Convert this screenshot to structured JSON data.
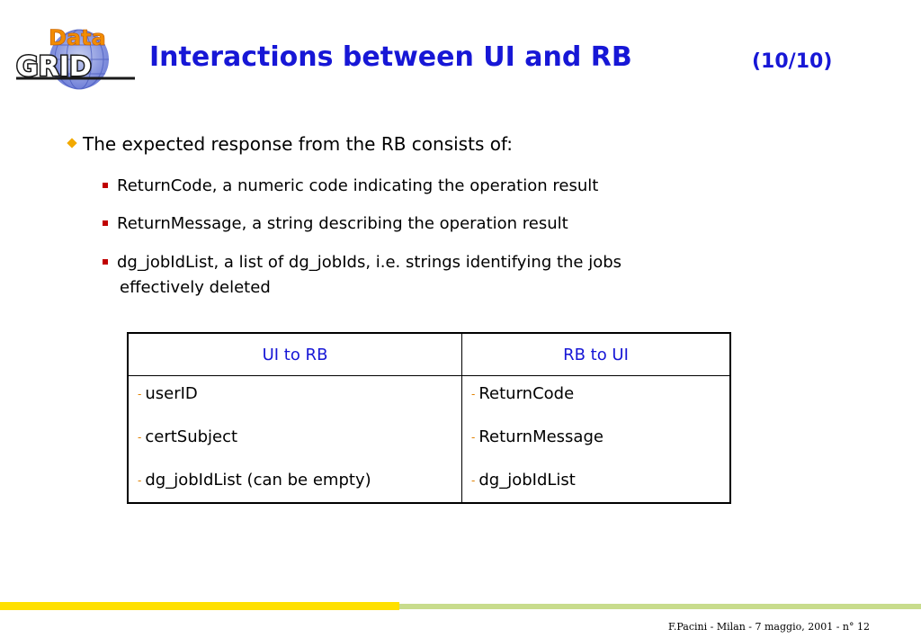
{
  "logo": {
    "text_top": "Data",
    "text_bottom": "GRID"
  },
  "header": {
    "title": "Interactions between UI and RB",
    "page_indicator": "(10/10)"
  },
  "content": {
    "main_bullet": "The expected response from the RB consists of:",
    "sub_bullets": [
      {
        "line1": "ReturnCode, a numeric code indicating  the operation result",
        "line2": ""
      },
      {
        "line1": "ReturnMessage, a string describing the operation result",
        "line2": ""
      },
      {
        "line1": "dg_jobIdList, a list of dg_jobIds, i.e. strings identifying the jobs",
        "line2": "effectively deleted"
      }
    ]
  },
  "table": {
    "headers": [
      "UI to RB",
      "RB to UI"
    ],
    "col1": [
      "userID",
      "certSubject",
      "dg_jobIdList (can be empty)"
    ],
    "col2": [
      "ReturnCode",
      "ReturnMessage",
      "dg_jobIdList"
    ],
    "dash": "-"
  },
  "footer": {
    "text": "F.Pacini - Milan - 7 maggio, 2001 - n° 12"
  },
  "colors": {
    "title": "#1717d6",
    "bullet_diamond": "#f2a900",
    "bullet_square": "#c00000",
    "bar_yellow": "#ffe000",
    "bar_green": "#c8dc8c"
  }
}
